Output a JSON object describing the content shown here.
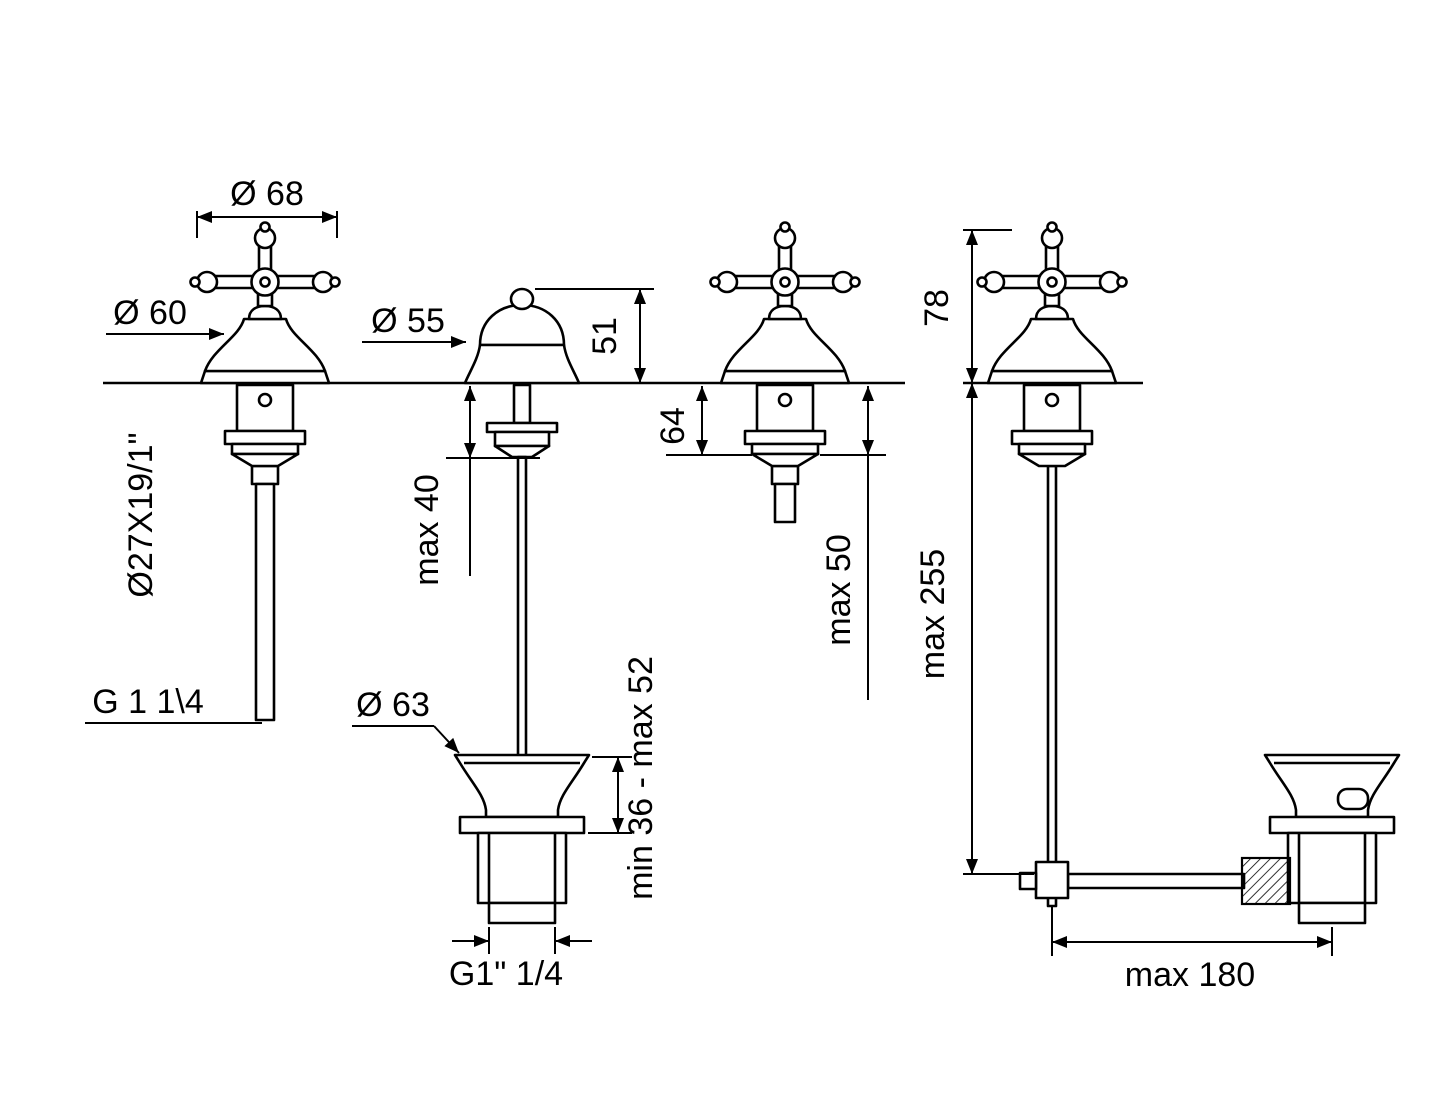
{
  "page": {
    "background": "#ffffff",
    "line_color": "#000000",
    "text_color": "#000000"
  },
  "drawing": {
    "kind": "technical dimension drawing",
    "subject": "basin pillar taps with pop-up waste drain",
    "labels": {
      "handle_diameter": "Ø 68",
      "body_diameter": "Ø 60",
      "left_thread": "Ø27X19/1\"",
      "left_connection": "G 1 1\\4",
      "plug_diameter": "Ø 55",
      "plug_height": "51",
      "max_40": "max 40",
      "waste_diameter": "Ø 63",
      "deck_range": "min 36 - max 52",
      "waste_thread": "G1\" 1/4",
      "body_depth": "64",
      "max_50": "max 50",
      "handle_height": "78",
      "max_255": "max 255",
      "max_180": "max 180"
    }
  }
}
